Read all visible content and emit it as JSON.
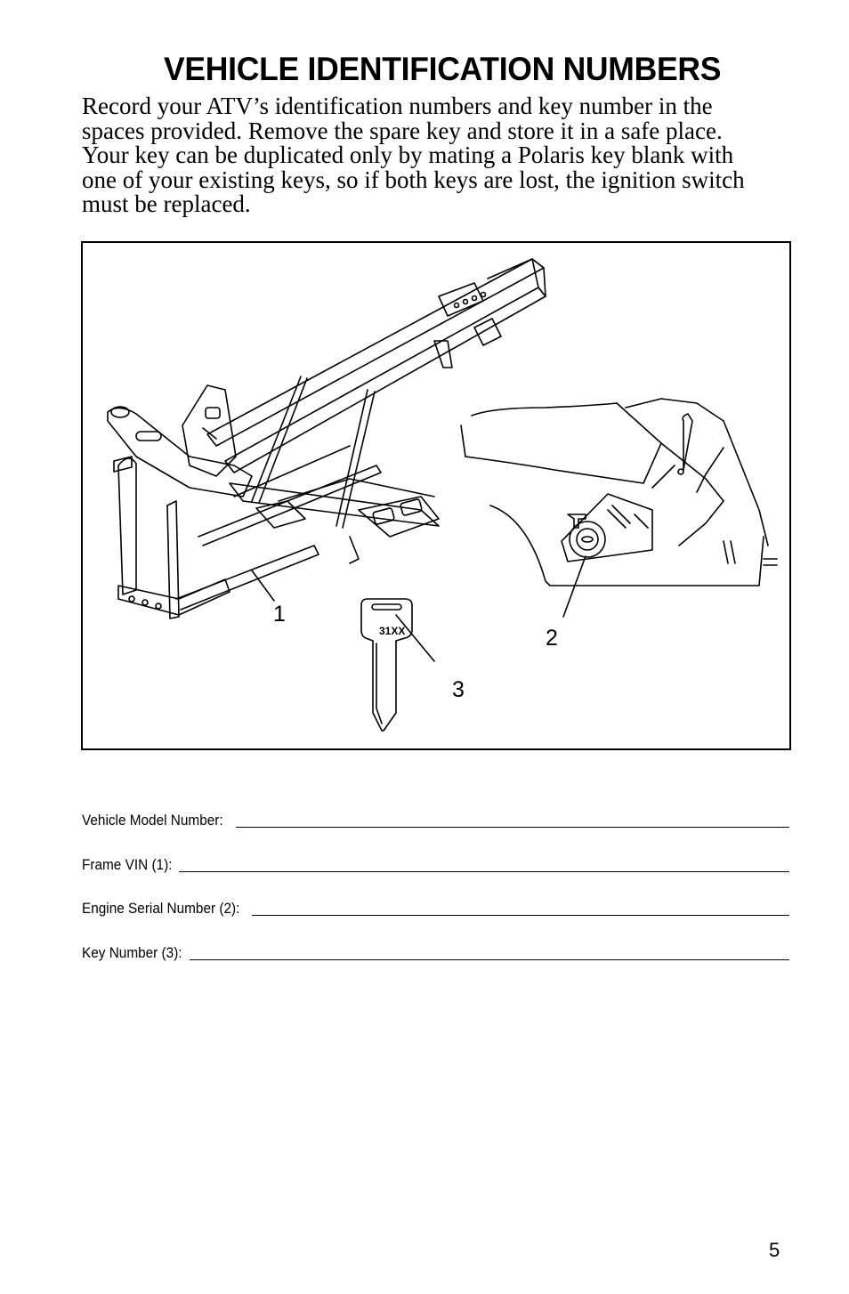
{
  "page": {
    "title": "VEHICLE IDENTIFICATION NUMBERS",
    "intro_lines": [
      "Record your ATV’s identification numbers and key number in the",
      "spaces provided.  Remove the spare key and store it in a safe place.",
      "Your key can be duplicated only by mating a Polaris key blank with",
      "one of your existing keys, so if both keys are lost, the ignition switch",
      "must be replaced."
    ],
    "page_number": "5"
  },
  "figure": {
    "description": "Illustration of ATV frame, engine area and ignition key with numbered callouts",
    "callouts": [
      {
        "number": "1",
        "target": "Frame VIN location"
      },
      {
        "number": "2",
        "target": "Engine serial number location"
      },
      {
        "number": "3",
        "target": "Key number"
      }
    ],
    "key_label": "31XX"
  },
  "form": {
    "fields": [
      {
        "label": "Vehicle Model Number:",
        "value": ""
      },
      {
        "label": "Frame VIN (1):",
        "value": ""
      },
      {
        "label": "Engine Serial Number (2):",
        "value": ""
      },
      {
        "label": "Key Number (3):",
        "value": ""
      }
    ]
  }
}
